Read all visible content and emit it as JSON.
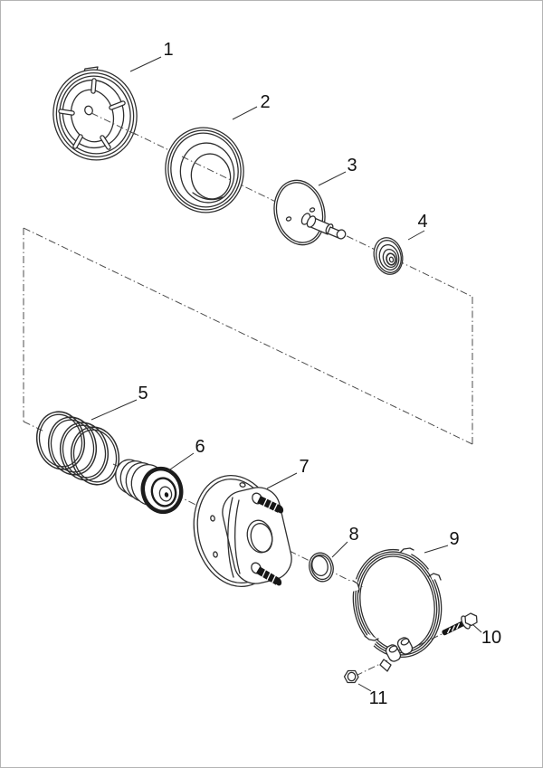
{
  "figure": {
    "kind": "exploded-parts-diagram",
    "background": "#ffffff",
    "frame_color": "#b4b4b4"
  },
  "colors": {
    "line": "#2f2f2f",
    "dark": "#161616",
    "axis": "#4d4d4d",
    "label": "#111111"
  },
  "callouts": [
    {
      "label": "1"
    },
    {
      "label": "2"
    },
    {
      "label": "3"
    },
    {
      "label": "4"
    },
    {
      "label": "5"
    },
    {
      "label": "6"
    },
    {
      "label": "7"
    },
    {
      "label": "8"
    },
    {
      "label": "9"
    },
    {
      "label": "10"
    },
    {
      "label": "11"
    }
  ]
}
